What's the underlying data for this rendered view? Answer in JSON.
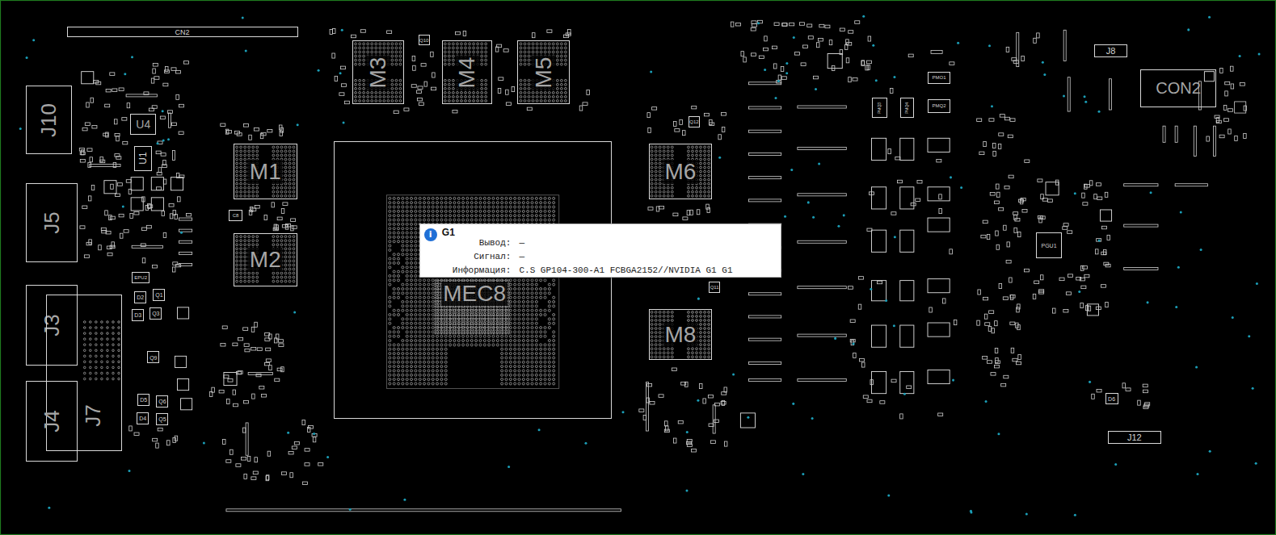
{
  "diagram": {
    "nodes": [
      {
        "text": [
          "CN2"
        ]
      },
      {
        "text": [
          "J10"
        ]
      },
      {
        "text": [
          "U4"
        ]
      },
      {
        "text": [
          "U1"
        ]
      },
      {
        "text": [
          "EPU2"
        ]
      },
      {
        "text": [
          "J5"
        ]
      },
      {
        "text": [
          "D2"
        ]
      },
      {
        "text": [
          "Q1"
        ]
      },
      {
        "text": [
          "D3"
        ]
      },
      {
        "text": [
          "Q3"
        ]
      },
      {
        "text": [
          "J3"
        ]
      },
      {
        "text": [
          "J7"
        ]
      },
      {
        "text": [
          "Q9"
        ]
      },
      {
        "text": [
          "D5"
        ]
      },
      {
        "text": [
          "Q6"
        ]
      },
      {
        "text": [
          "D4"
        ]
      },
      {
        "text": [
          "Q5"
        ]
      },
      {
        "text": [
          "J4"
        ]
      },
      {
        "text": [
          "C8"
        ]
      },
      {
        "text": [
          "M1"
        ]
      },
      {
        "text": [
          "M2"
        ]
      },
      {
        "text": [
          "M3"
        ]
      },
      {
        "text": [
          "Q10"
        ]
      },
      {
        "text": [
          "M4"
        ]
      },
      {
        "text": [
          "M5"
        ]
      },
      {
        "text": [
          "MEC8"
        ]
      },
      {
        "text": [
          "M6"
        ]
      },
      {
        "text": [
          "Q12"
        ]
      },
      {
        "text": [
          "Q11"
        ]
      },
      {
        "text": [
          "M8"
        ]
      },
      {
        "text": [
          "i",
          "G1",
          "Вывод:",
          "—",
          "Сигнал:",
          "—",
          "Информация:",
          "C.S GP104-300-A1 FCBGA2152//NVIDIA G1 G1"
        ]
      },
      {
        "text": [
          "PMQ3"
        ]
      },
      {
        "text": [
          "PMQ4"
        ]
      },
      {
        "text": [
          "PMO1"
        ]
      },
      {
        "text": [
          "PMQ2"
        ]
      },
      {
        "text": [
          "J8"
        ]
      },
      {
        "text": [
          "CON2"
        ]
      },
      {
        "text": [
          "PGU1"
        ]
      },
      {
        "text": [
          "D6"
        ]
      },
      {
        "text": [
          "J12"
        ]
      }
    ]
  }
}
